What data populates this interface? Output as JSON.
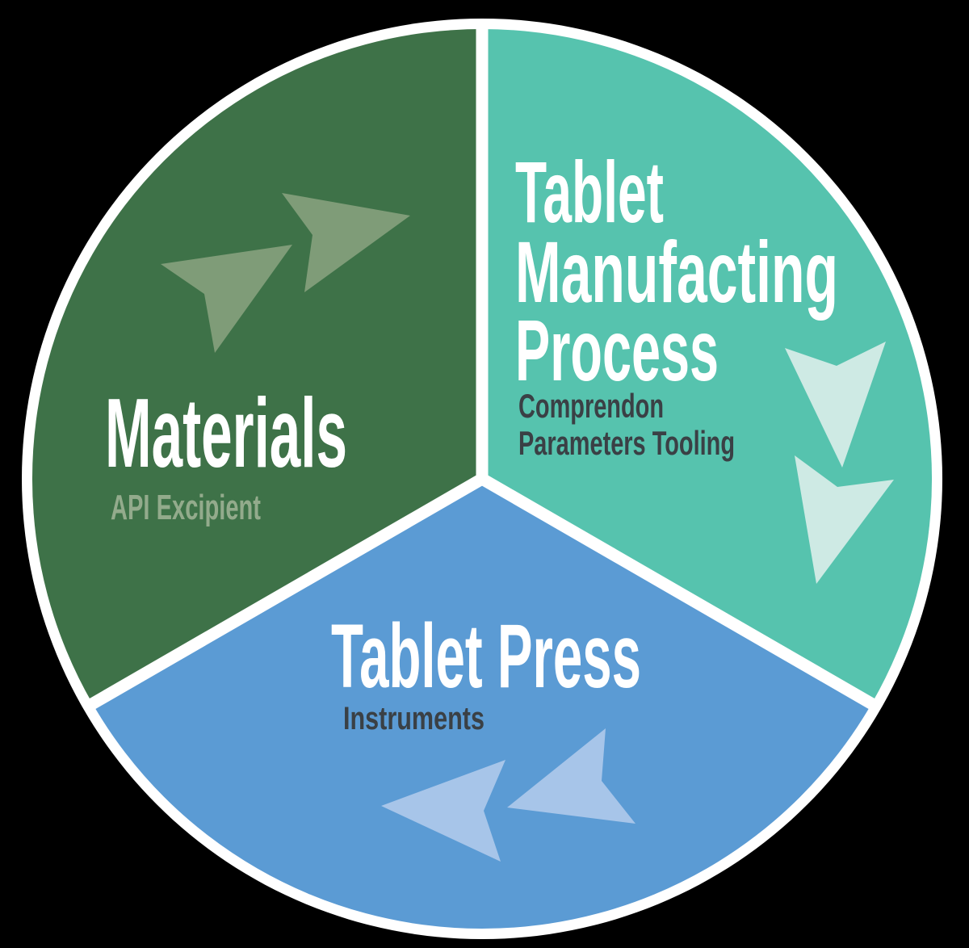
{
  "background_color": "#000000",
  "divider_color": "#FFFFFF",
  "diagram_type": "three-segment-cycle",
  "segments": {
    "materials": {
      "title": "Materials",
      "subtitle": "API Excipient",
      "color": "#3E7248",
      "title_color": "#FFFFFF",
      "subtitle_color": "#93AB8C",
      "arrow_color": "#7F9C78",
      "arrow_direction": "up-right"
    },
    "process": {
      "title_lines": [
        "Tablet",
        "Manufacting",
        "Process"
      ],
      "subtitle_lines": [
        "Comprendon",
        "Parameters Tooling"
      ],
      "color": "#56C3AE",
      "title_color": "#FFFFFF",
      "subtitle_color": "#3A4045",
      "arrow_color": "#CEEAE4",
      "arrow_direction": "down"
    },
    "press": {
      "title": "Tablet Press",
      "subtitle": "Instruments",
      "color": "#5B9BD4",
      "title_color": "#FFFFFF",
      "subtitle_color": "#3A4045",
      "arrow_color": "#A7C5E9",
      "arrow_direction": "left"
    }
  }
}
